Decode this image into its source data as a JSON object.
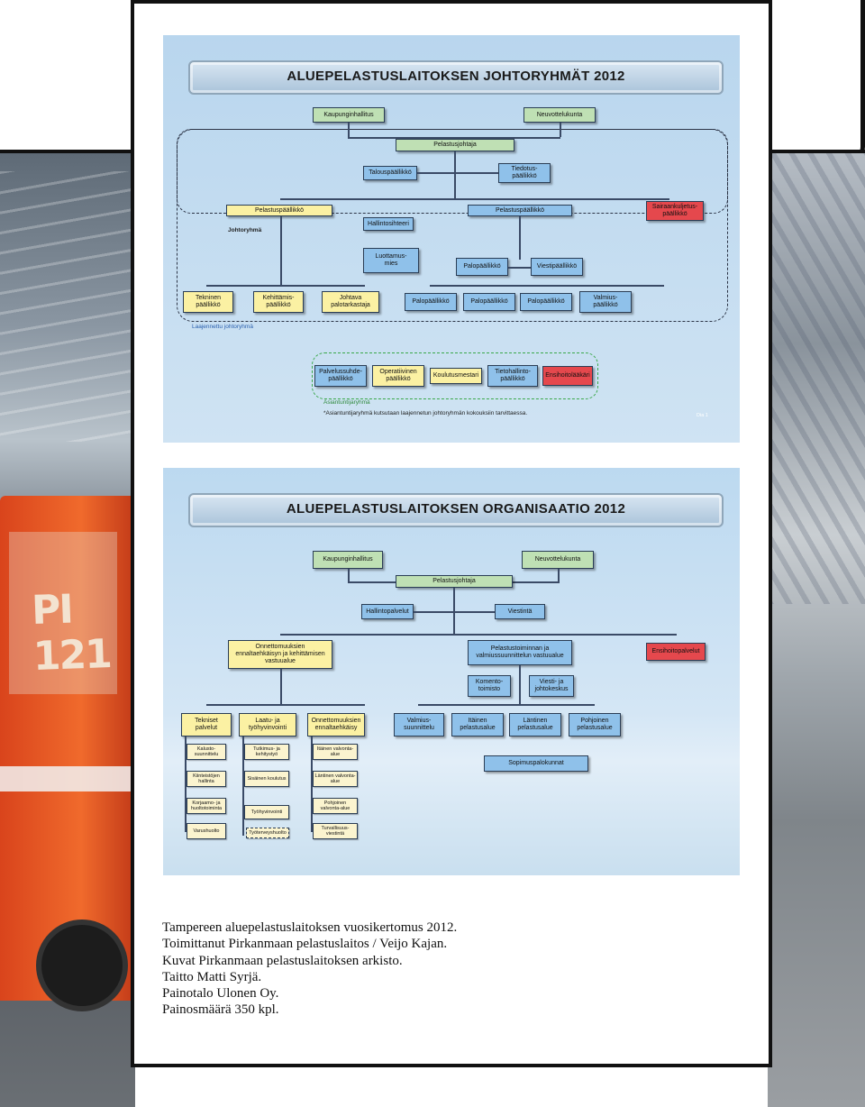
{
  "slide1": {
    "title": "ALUEPELASTUSLAITOKSEN JOHTORYHMÄT 2012",
    "top_left": "Kaupunginhallitus",
    "top_right": "Neuvottelukunta",
    "chief": "Pelastusjohtaja",
    "finance": "Talouspäällikkö",
    "info": "Tiedotus-\npäällikkö",
    "rescue_left": "Pelastuspäällikkö",
    "admin": "Hallintosihteeri",
    "rescue_right": "Pelastuspäällikkö",
    "ambulance": "Sairaankuljetus-\npäällikkö",
    "johtoryhma_label": "Johtoryhmä",
    "trustee": "Luottamus-\nmies",
    "fire_chief": "Palopäällikkö",
    "comms_chief": "Viestipäällikkö",
    "bottom_left": [
      "Tekninen\npäällikkö",
      "Kehittämis-\npäällikkö",
      "Johtava\npalotarkastaja"
    ],
    "bottom_right": [
      "Palopäällikkö",
      "Palopäällikkö",
      "Palopäällikkö",
      "Valmius-\npäällikkö"
    ],
    "extended_label": "Laajennettu johtoryhmä",
    "experts": [
      "Palvelussuhde-\npäällikkö",
      "Operatiivinen\npäällikkö",
      "Koulutusmestari",
      "Tietohallinto-\npäällikkö",
      "Ensihoitolääkäri"
    ],
    "experts_label": "Asiantuntijaryhmä",
    "footnote": "*Asiantuntijaryhmä kutsutaan laajennetun johtoryhmän kokouksiin tarvittaessa.",
    "slide_no": "Dia 1"
  },
  "slide2": {
    "title": "ALUEPELASTUSLAITOKSEN ORGANISAATIO 2012",
    "top_left": "Kaupunginhallitus",
    "top_right": "Neuvottelukunta",
    "chief": "Pelastusjohtaja",
    "admin_services": "Hallintopalvelut",
    "comms": "Viestintä",
    "prevention": "Onnettomuuksien\nennaltaehkäisyn ja kehittämisen\nvastuualue",
    "operations": "Pelastustoiminnan ja\nvalmiussuunnittelun vastuualue",
    "ems": "Ensihoitopalvelut",
    "command_office": "Komento-\ntoimisto",
    "comms_center": "Viesti- ja\njohtokeskus",
    "units_left": [
      "Tekniset\npalvelut",
      "Laatu- ja\ntyöhyvinvointi",
      "Onnettomuuksien\nennaltaehkäisy"
    ],
    "units_right": [
      "Valmius-\nsuunnittelu",
      "Itäinen\npelastusalue",
      "Läntinen\npelastusalue",
      "Pohjoinen\npelastusalue"
    ],
    "contract": "Sopimuspalokunnat",
    "col1": [
      "Kalusto-\nsuunnittelu",
      "Kiinteistöjen\nhallinta",
      "Korjaamo- ja\nhuoltotoiminta",
      "Varushuolto"
    ],
    "col2": [
      "Tutkimus- ja\nkehitystyö",
      "Sisäinen koulutus",
      "Työhyvinvointi",
      "Työterveyshuolto"
    ],
    "col3": [
      "Itäinen valvonta-\nalue",
      "Läntinen valvonta-\nalue",
      "Pohjoinen\nvalvonta-alue",
      "Turvallisuus-\nviestintä"
    ]
  },
  "caption": [
    "Tampereen aluepelastuslaitoksen vuosikertomus 2012.",
    "Toimittanut Pirkanmaan pelastuslaitos / Veijo Kajan.",
    "Kuvat Pirkanmaan pelastuslaitoksen arkisto.",
    "Taitto Matti Syrjä.",
    "Painotalo Ulonen Oy.",
    "Painosmäärä 350 kpl."
  ],
  "background_truck_text": "PI 121"
}
